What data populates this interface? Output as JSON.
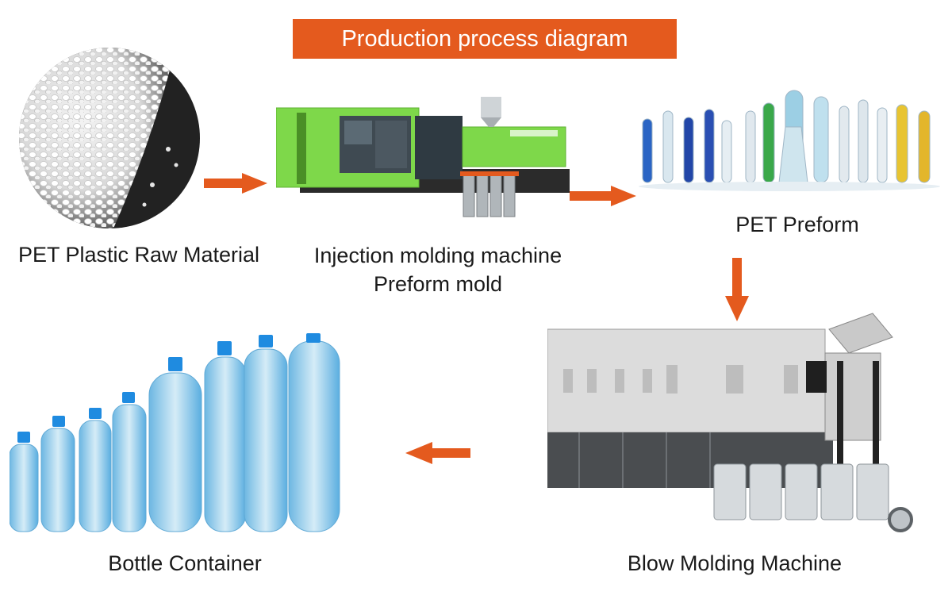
{
  "title": "Production process diagram",
  "steps": {
    "raw_material": "PET Plastic Raw Material",
    "injection_machine": "Injection molding machine",
    "preform_mold": "Preform mold",
    "pet_preform": "PET Preform",
    "blow_molding": "Blow Molding Machine",
    "bottle_container": "Bottle Container"
  },
  "colors": {
    "accent": "#e45a1e",
    "machine_green": "#7ed84a",
    "bottle_blue": "#5aaee0"
  }
}
